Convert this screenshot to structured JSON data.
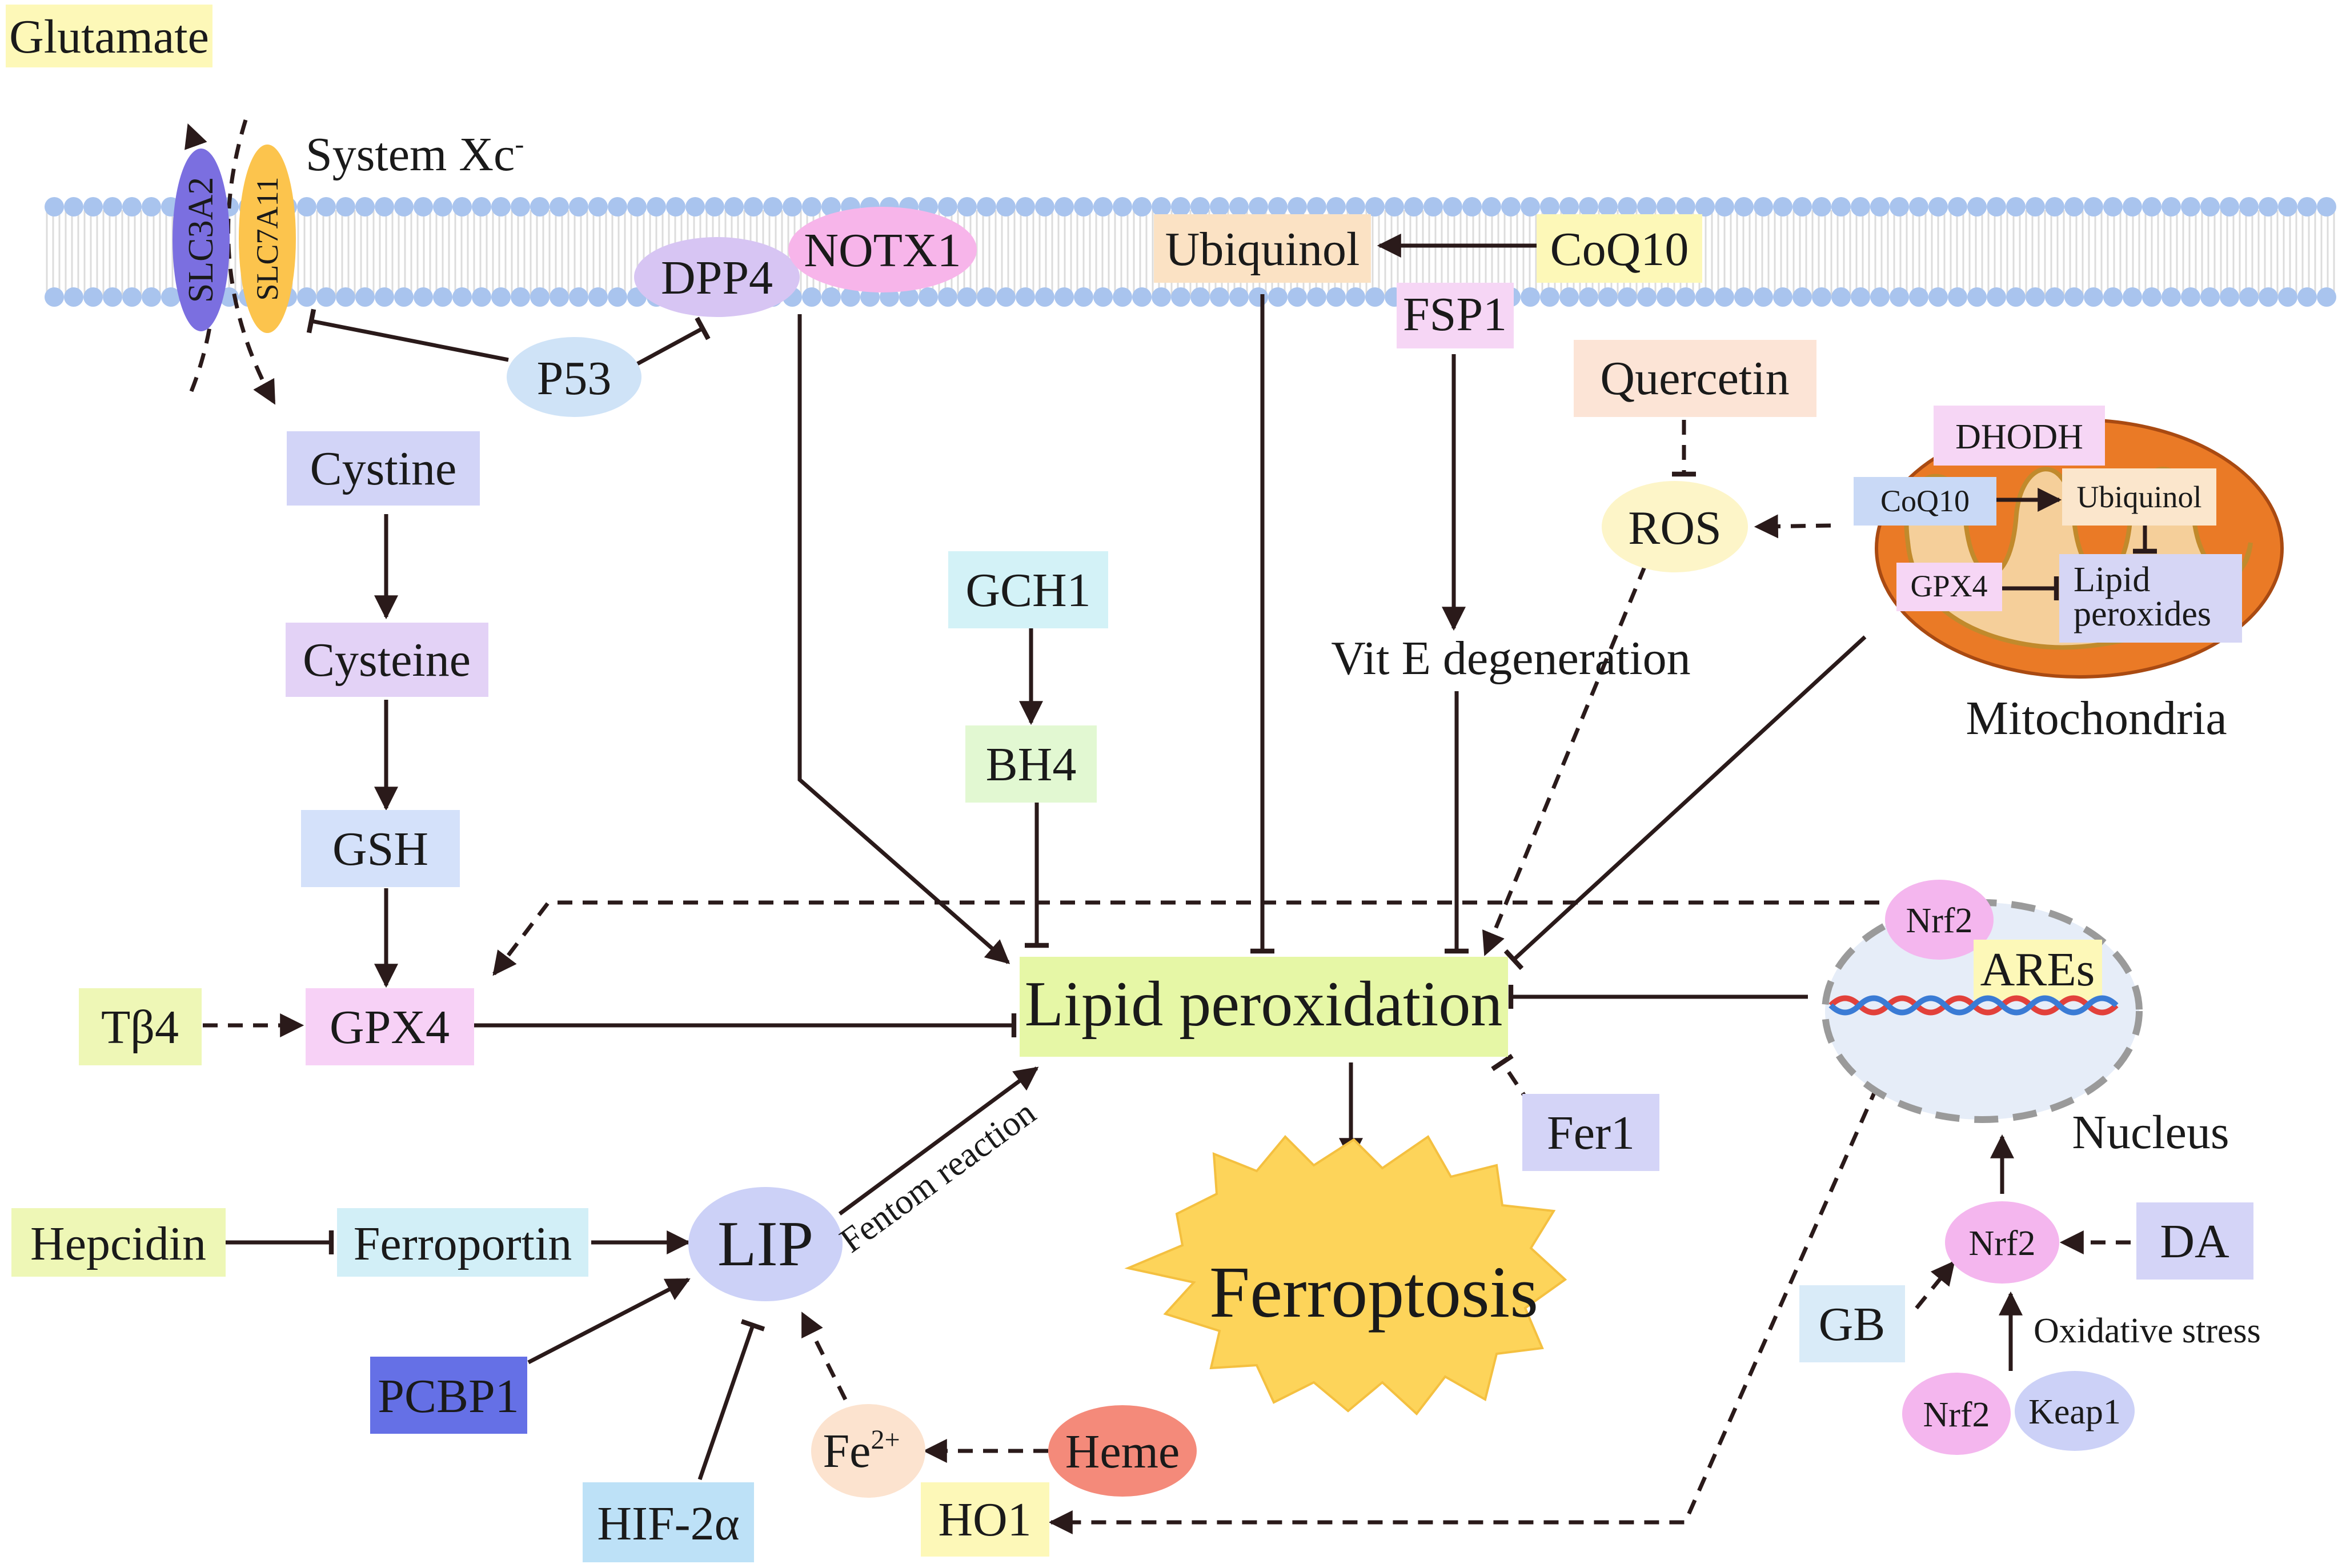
{
  "membrane": {
    "system_xc_label": "System Xc",
    "system_xc_superscript": "-",
    "slc3a2": "SLC3A2",
    "slc7a11": "SLC7A11"
  },
  "nodes": {
    "glutamate": "Glutamate",
    "dpp4": "DPP4",
    "notx1": "NOTX1",
    "ubiquinol": "Ubiquinol",
    "coq10": "CoQ10",
    "fsp1": "FSP1",
    "p53": "P53",
    "cystine": "Cystine",
    "cysteine": "Cysteine",
    "gsh": "GSH",
    "gpx4": "GPX4",
    "tb4": "Tβ4",
    "gch1": "GCH1",
    "bh4": "BH4",
    "vit_e": "Vit E degeneration",
    "quercetin": "Quercetin",
    "ros": "ROS",
    "lipid_peroxidation": "Lipid peroxidation",
    "ferroptosis": "Ferroptosis",
    "fer1": "Fer1",
    "hepcidin": "Hepcidin",
    "ferroportin": "Ferroportin",
    "lip": "LIP",
    "fenton": "Fentom reaction",
    "pcbp1": "PCBP1",
    "hif2a": "HIF-2α",
    "fe": "Fe",
    "fe_superscript": "2+",
    "heme": "Heme",
    "ho1": "HO1"
  },
  "mitochondria": {
    "label": "Mitochondria",
    "dhodh": "DHODH",
    "coq10": "CoQ10",
    "ubiquinol": "Ubiquinol",
    "gpx4": "GPX4",
    "lipid_peroxides_line1": "Lipid",
    "lipid_peroxides_line2": "peroxides"
  },
  "nucleus": {
    "label": "Nucleus",
    "nrf2": "Nrf2",
    "ares": "AREs"
  },
  "nrf2_pathway": {
    "nrf2": "Nrf2",
    "da": "DA",
    "gb": "GB",
    "oxidative_stress": "Oxidative stress",
    "nrf2_bound": "Nrf2",
    "keap1": "Keap1"
  },
  "colors": {
    "membrane_bead": "#a9c4ee",
    "mito_outer": "#ea7a26",
    "lipid_box": "#e6f7a6",
    "ferroptosis_burst": "#fdd45a"
  }
}
